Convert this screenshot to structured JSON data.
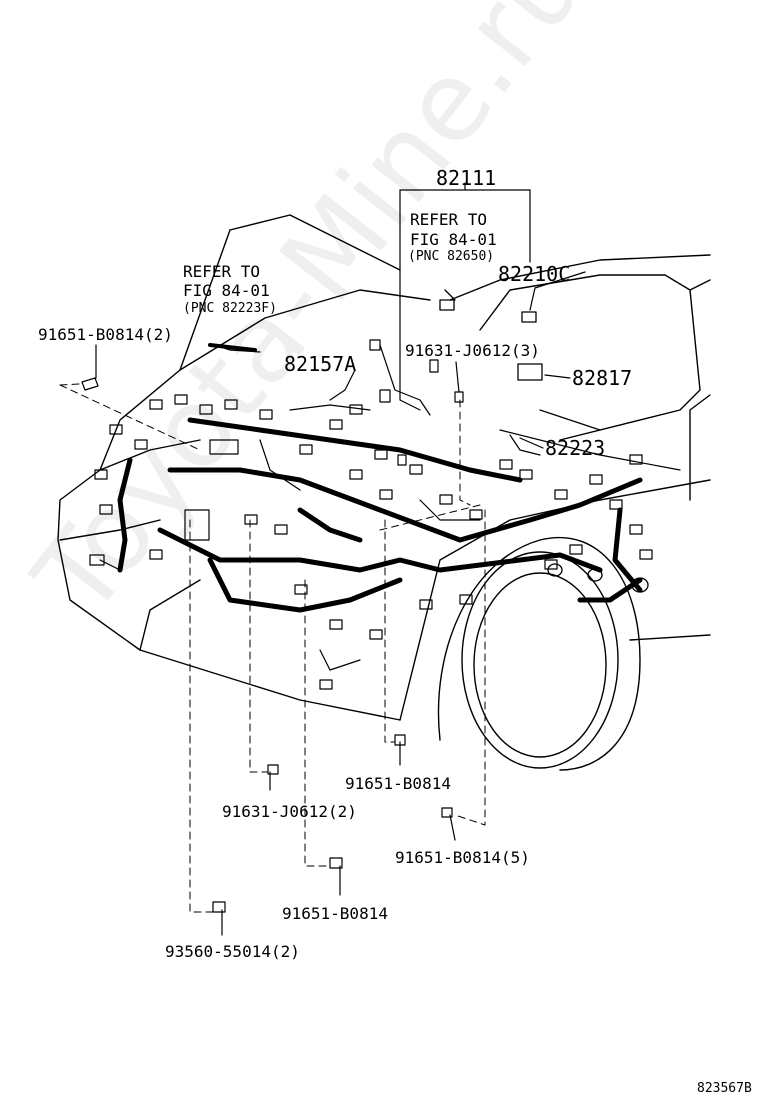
{
  "watermark": "Toyota-Mine.ru",
  "drawing_id": "823567B",
  "labels": {
    "p82111": "82111",
    "refer_a_1": "REFER TO",
    "refer_a_2": "FIG 84-01",
    "refer_a_3": "(PNC 82650)",
    "p82210c": "82210C",
    "refer_b_1": "REFER TO",
    "refer_b_2": "FIG 84-01",
    "refer_b_3": "(PNC 82223F)",
    "b0814_2": "91651-B0814(2)",
    "p82157a": "82157A",
    "j0612_3": "91631-J0612(3)",
    "p82817": "82817",
    "p82223": "82223",
    "b0814_a": "91651-B0814",
    "j0612_2": "91631-J0612(2)",
    "b0814_5": "91651-B0814(5)",
    "b0814_b": "91651-B0814",
    "s55014_2": "93560-55014(2)"
  }
}
